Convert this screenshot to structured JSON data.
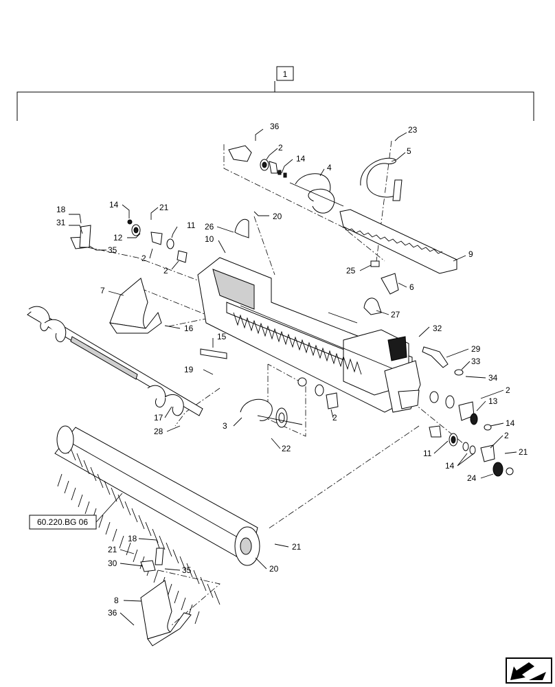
{
  "diagram": {
    "main_callout": "1",
    "reference_box": "60.220.BG 06",
    "callouts": {
      "c36a": "36",
      "c2a": "2",
      "c14a": "14",
      "c4": "4",
      "c23": "23",
      "c5": "5",
      "c18a": "18",
      "c31": "31",
      "c35a": "35",
      "c14b": "14",
      "c21a": "21",
      "c12": "12",
      "c2b": "2",
      "c11a": "11",
      "c2c": "2",
      "c26": "26",
      "c20a": "20",
      "c10": "10",
      "c9": "9",
      "c25": "25",
      "c6": "6",
      "c7": "7",
      "c27": "27",
      "c16": "16",
      "c15": "15",
      "c19": "19",
      "c32": "32",
      "c29": "29",
      "c33": "33",
      "c34": "34",
      "c2d": "2",
      "c13": "13",
      "c14c": "14",
      "c2e": "2",
      "c11b": "11",
      "c14d": "14",
      "c21b": "21",
      "c24": "24",
      "c3": "3",
      "c22": "22",
      "c2f": "2",
      "c17": "17",
      "c28": "28",
      "c18b": "18",
      "c21c": "21",
      "c30": "30",
      "c35b": "35",
      "c21d": "21",
      "c20b": "20",
      "c8": "8",
      "c36b": "36"
    },
    "nav_icon": "next-page-arrow-icon"
  }
}
